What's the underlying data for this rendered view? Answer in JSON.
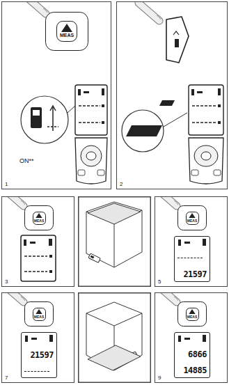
{
  "diagram": {
    "nodes": [
      {
        "text": [
          "1"
        ]
      },
      {
        "text": [
          "MEAS"
        ],
        "in": 0
      },
      {
        "text": [
          "2"
        ]
      },
      {
        "text": [
          "3"
        ]
      },
      {
        "text": [
          "MEAS"
        ],
        "in": 3
      },
      {
        "text": [
          "5"
        ]
      },
      {
        "text": [
          "MEAS"
        ],
        "in": 5
      },
      {
        "text": [
          "21597"
        ],
        "in": 5
      },
      {
        "text": [
          "7"
        ]
      },
      {
        "text": [
          "MEAS"
        ],
        "in": 8
      },
      {
        "text": [
          "21597"
        ],
        "in": 8
      },
      {
        "text": [
          "9"
        ]
      },
      {
        "text": [
          "MEAS"
        ],
        "in": 11
      },
      {
        "text": [
          "6866",
          "14885"
        ],
        "in": 11
      }
    ],
    "labels": [
      "ON**"
    ]
  }
}
